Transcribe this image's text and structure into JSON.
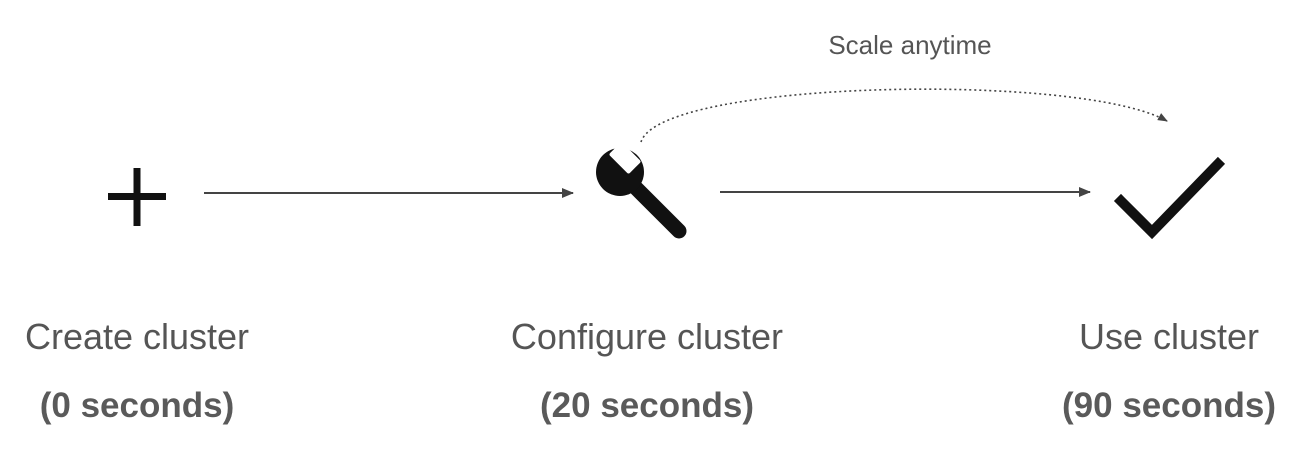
{
  "steps": [
    {
      "icon": "plus-icon",
      "label": "Create cluster",
      "time": "(0 seconds)"
    },
    {
      "icon": "wrench-icon",
      "label": "Configure cluster",
      "time": "(20 seconds)"
    },
    {
      "icon": "checkmark-icon",
      "label": "Use cluster",
      "time": "(90 seconds)"
    }
  ],
  "loop": {
    "label": "Scale anytime"
  },
  "colors": {
    "icon": "#111111",
    "arrow": "#444444",
    "text": "#555555"
  }
}
